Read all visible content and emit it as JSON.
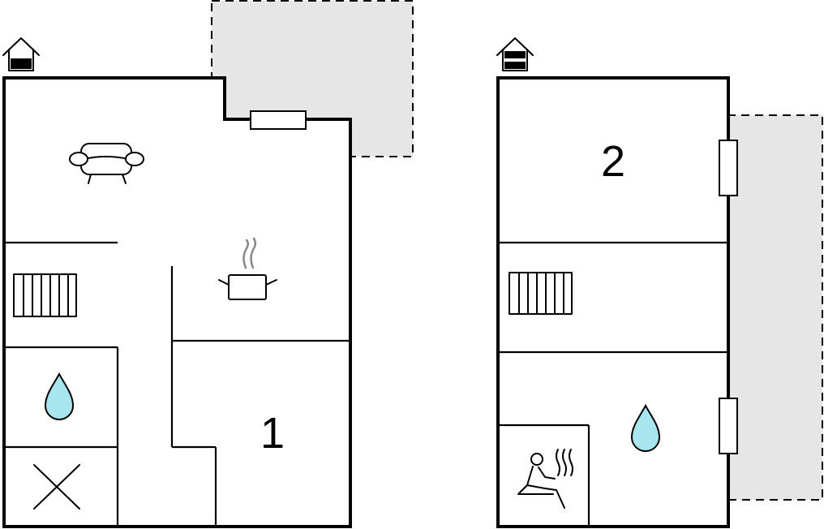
{
  "colors": {
    "wall": "#000000",
    "terrace": "#e6e6e6",
    "water": "#a8e6ef",
    "steam": "#888888",
    "background": "#ffffff"
  },
  "floors": [
    {
      "id": "ground-floor",
      "level_icon": "house-level-ground-icon",
      "rooms": [
        {
          "type": "living-room",
          "icon": "sofa-icon"
        },
        {
          "type": "kitchen",
          "icon": "cooking-pot-icon"
        },
        {
          "type": "stairs",
          "icon": "stairs-icon"
        },
        {
          "type": "bathroom",
          "icon": "water-drop-icon"
        },
        {
          "type": "toilet",
          "icon": "cross-icon"
        },
        {
          "type": "bedroom",
          "label": "1"
        }
      ]
    },
    {
      "id": "upper-floor",
      "level_icon": "house-level-upper-icon",
      "rooms": [
        {
          "type": "bedroom",
          "label": "2"
        },
        {
          "type": "stairs",
          "icon": "stairs-icon"
        },
        {
          "type": "bathroom",
          "icon": "water-drop-icon"
        },
        {
          "type": "sauna",
          "icon": "sauna-person-icon"
        }
      ]
    }
  ]
}
